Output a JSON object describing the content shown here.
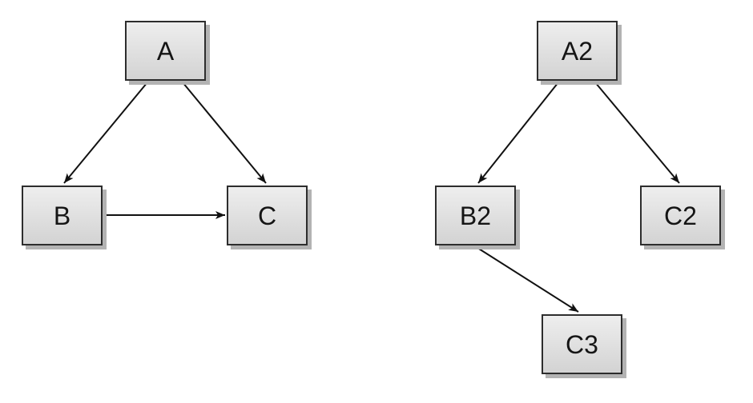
{
  "diagrams": [
    {
      "id": "left-graph",
      "nodes": [
        {
          "id": "A",
          "label": "A"
        },
        {
          "id": "B",
          "label": "B"
        },
        {
          "id": "C",
          "label": "C"
        }
      ],
      "edges": [
        {
          "from": "A",
          "to": "B"
        },
        {
          "from": "A",
          "to": "C"
        },
        {
          "from": "B",
          "to": "C"
        }
      ]
    },
    {
      "id": "right-graph",
      "nodes": [
        {
          "id": "A2",
          "label": "A2"
        },
        {
          "id": "B2",
          "label": "B2"
        },
        {
          "id": "C2",
          "label": "C2"
        },
        {
          "id": "C3",
          "label": "C3"
        }
      ],
      "edges": [
        {
          "from": "A2",
          "to": "B2"
        },
        {
          "from": "A2",
          "to": "C2"
        },
        {
          "from": "B2",
          "to": "C3"
        }
      ]
    }
  ],
  "colors": {
    "canvas_background": "#ffffff",
    "node_fill_top": "#eeeeee",
    "node_fill_bottom": "#d3d3d3",
    "node_border": "#2d2d2d",
    "node_shadow": "#b3b3b3",
    "edge_stroke": "#111111",
    "label_text": "#151515"
  }
}
